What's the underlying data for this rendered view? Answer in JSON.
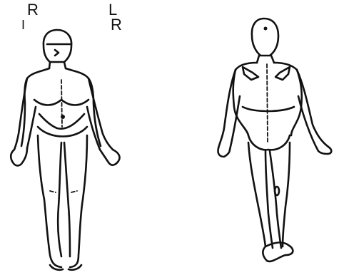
{
  "labels": {
    "top_left": "R",
    "top_right": "L",
    "second_left": "I",
    "second_right": "R"
  },
  "figures": {
    "front": {
      "icon": "front-body-outline-icon"
    },
    "back": {
      "icon": "back-body-outline-icon"
    }
  },
  "colors": {
    "ink": "#111111",
    "background": "#ffffff"
  }
}
